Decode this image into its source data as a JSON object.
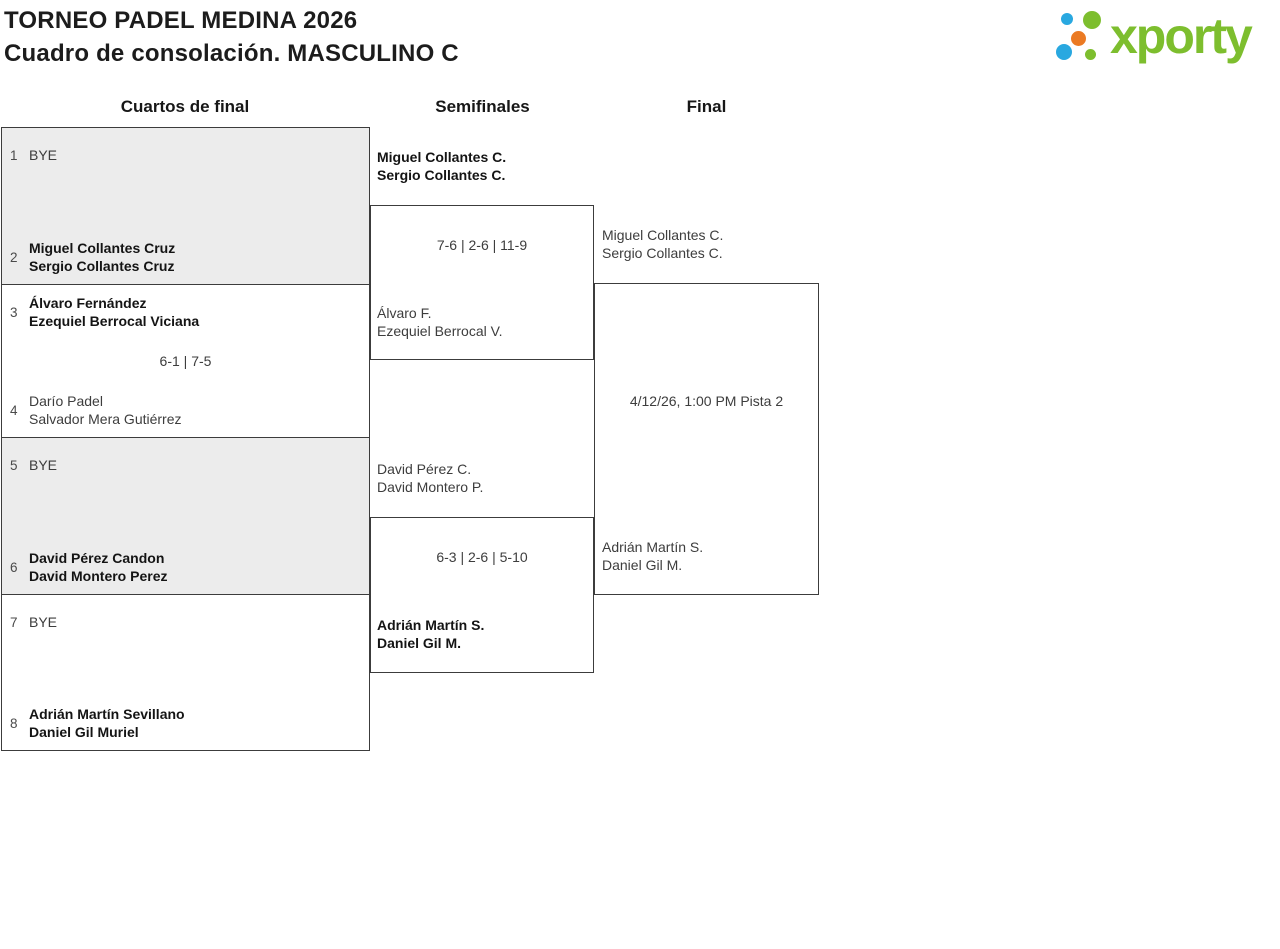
{
  "header": {
    "title_line1": "TORNEO PADEL MEDINA 2026",
    "title_line2": "Cuadro de consolación. MASCULINO C"
  },
  "logo": {
    "text": "xporty",
    "colors": {
      "green": "#7dbe2e",
      "blue": "#29a8e0",
      "orange": "#eb7a23"
    }
  },
  "rounds": [
    "Cuartos de final",
    "Semifinales",
    "Final"
  ],
  "quarterfinals": [
    {
      "top": {
        "seed": "1",
        "players": [
          "BYE"
        ],
        "winner": false
      },
      "score": "",
      "bottom": {
        "seed": "2",
        "players": [
          "Miguel Collantes Cruz",
          "Sergio Collantes Cruz"
        ],
        "winner": true
      }
    },
    {
      "top": {
        "seed": "3",
        "players": [
          "Álvaro Fernández",
          "Ezequiel Berrocal Viciana"
        ],
        "winner": true
      },
      "score": "6-1 | 7-5",
      "bottom": {
        "seed": "4",
        "players": [
          "Darío Padel",
          "Salvador Mera Gutiérrez"
        ],
        "winner": false
      }
    },
    {
      "top": {
        "seed": "5",
        "players": [
          "BYE"
        ],
        "winner": false
      },
      "score": "",
      "bottom": {
        "seed": "6",
        "players": [
          "David Pérez Candon",
          "David Montero Perez"
        ],
        "winner": true
      }
    },
    {
      "top": {
        "seed": "7",
        "players": [
          "BYE"
        ],
        "winner": false
      },
      "score": "",
      "bottom": {
        "seed": "8",
        "players": [
          "Adrián Martín Sevillano",
          "Daniel Gil Muriel"
        ],
        "winner": true
      }
    }
  ],
  "semifinals": [
    {
      "top": {
        "players": [
          "Miguel Collantes C.",
          "Sergio Collantes C."
        ],
        "winner": true
      },
      "score": "7-6 | 2-6 | 11-9",
      "bottom": {
        "players": [
          "Álvaro F.",
          "Ezequiel Berrocal V."
        ],
        "winner": false
      }
    },
    {
      "top": {
        "players": [
          "David Pérez C.",
          "David Montero P."
        ],
        "winner": false
      },
      "score": "6-3 | 2-6 | 5-10",
      "bottom": {
        "players": [
          "Adrián Martín S.",
          "Daniel Gil M."
        ],
        "winner": true
      }
    }
  ],
  "final": {
    "top": {
      "players": [
        "Miguel Collantes C.",
        "Sergio Collantes C."
      ]
    },
    "schedule": "4/12/26, 1:00 PM Pista 2",
    "bottom": {
      "players": [
        "Adrián Martín S.",
        "Daniel Gil M."
      ]
    }
  }
}
